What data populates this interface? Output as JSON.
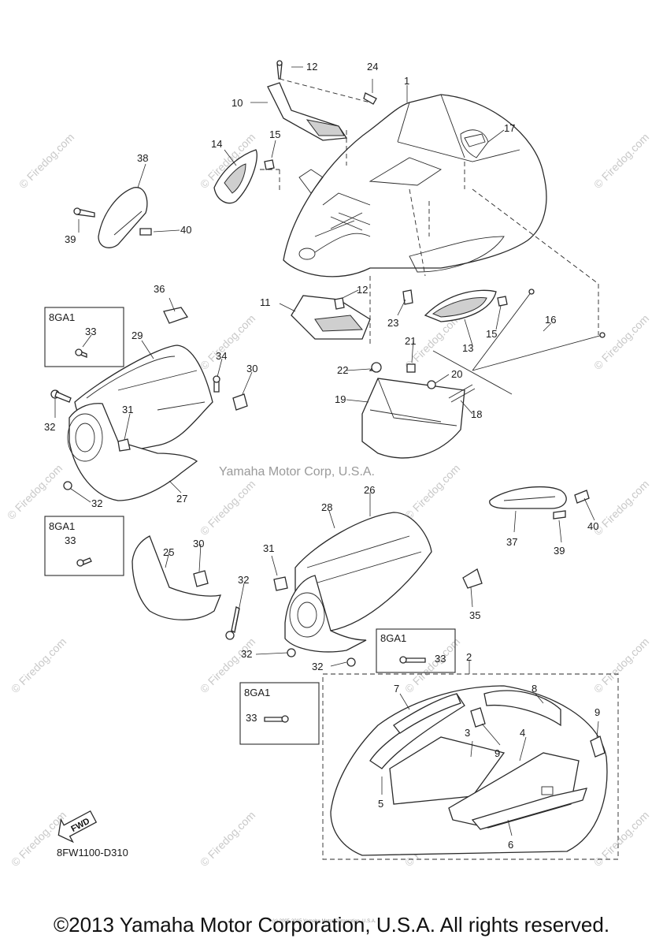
{
  "watermark": "© Firedog.com",
  "center_watermark": "Yamaha Motor Corp, U.S.A.",
  "tiny_copyright": "(c) 2005-2015 Yamaha Motor Corporation, U.S.A.",
  "diagram_code": "8FW1100-D310",
  "fwd_label": "FWD",
  "copyright": "©2013 Yamaha Motor Corporation, U.S.A. All rights reserved.",
  "callouts": {
    "c1": "1",
    "c2": "2",
    "c3": "3",
    "c4": "4",
    "c5": "5",
    "c6": "6",
    "c7": "7",
    "c8": "8",
    "c9a": "9",
    "c9b": "9",
    "c10": "10",
    "c11": "11",
    "c12a": "12",
    "c12b": "12",
    "c13": "13",
    "c14": "14",
    "c15a": "15",
    "c15b": "15",
    "c16": "16",
    "c17": "17",
    "c18": "18",
    "c19": "19",
    "c20": "20",
    "c21": "21",
    "c22": "22",
    "c23": "23",
    "c24": "24",
    "c25": "25",
    "c26": "26",
    "c27": "27",
    "c28": "28",
    "c29": "29",
    "c30a": "30",
    "c30b": "30",
    "c31a": "31",
    "c31b": "31",
    "c32a": "32",
    "c32b": "32",
    "c32c": "32",
    "c32d": "32",
    "c32e": "32",
    "c33a": "33",
    "c33b": "33",
    "c33c": "33",
    "c33d": "33",
    "c34": "34",
    "c35": "35",
    "c36": "36",
    "c37": "37",
    "c38": "38",
    "c39a": "39",
    "c39b": "39",
    "c40a": "40",
    "c40b": "40"
  },
  "model_boxes": {
    "m1": "8GA1",
    "m2": "8GA1",
    "m3": "8GA1",
    "m4": "8GA1"
  }
}
